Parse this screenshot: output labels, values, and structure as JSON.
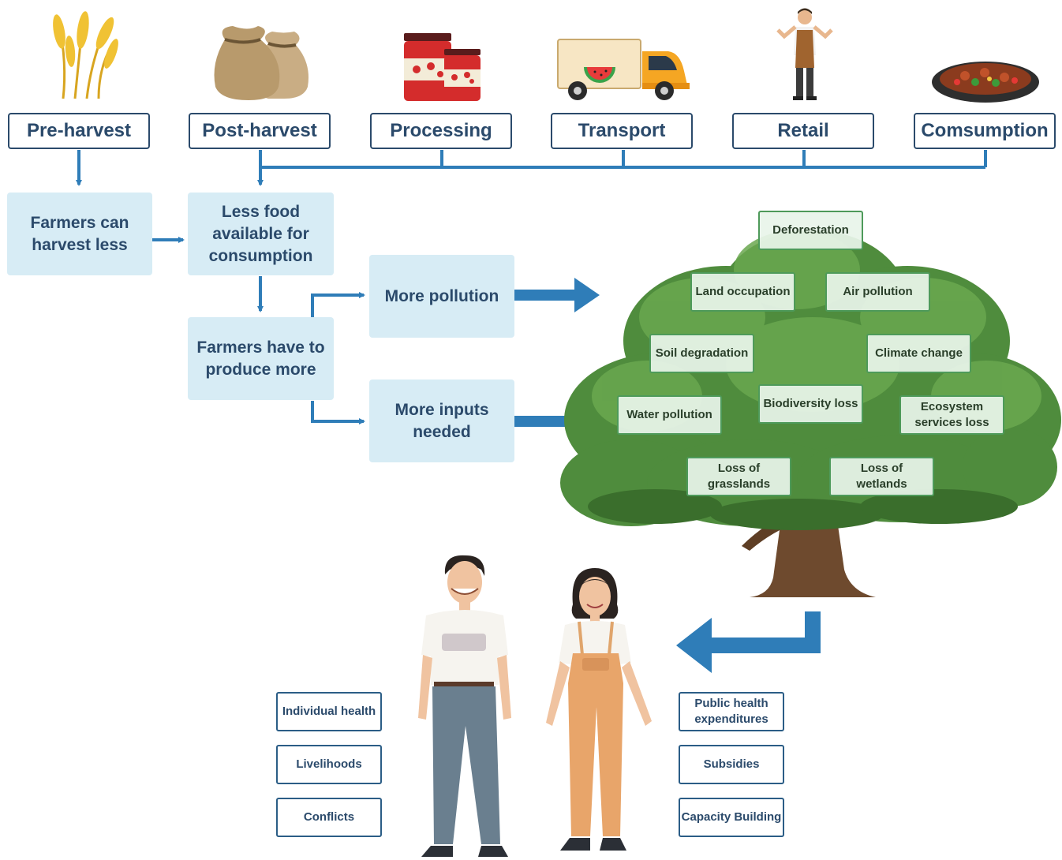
{
  "colors": {
    "arrow": "#2f7db8",
    "stage_border": "#2b4a6b",
    "flow_bg": "#d7ecf5",
    "leaf_border": "#4e9a5a",
    "text": "#2b4a6b"
  },
  "stages": [
    {
      "label": "Pre-harvest",
      "icon": "wheat-icon"
    },
    {
      "label": "Post-harvest",
      "icon": "grain-sacks-icon"
    },
    {
      "label": "Processing",
      "icon": "jam-jars-icon"
    },
    {
      "label": "Transport",
      "icon": "delivery-truck-icon"
    },
    {
      "label": "Retail",
      "icon": "shopkeeper-icon"
    },
    {
      "label": "Comsumption",
      "icon": "food-pan-icon"
    }
  ],
  "flow": {
    "farmers_harvest_less": "Farmers can harvest less",
    "less_food": "Less food available for consumption",
    "produce_more": "Farmers have to produce more",
    "more_pollution": "More pollution",
    "more_inputs": "More inputs needed"
  },
  "environment_impacts": {
    "deforestation": "Deforestation",
    "land_occupation": "Land occupation",
    "air_pollution": "Air pollution",
    "soil_degradation": "Soil degradation",
    "climate_change": "Climate change",
    "water_pollution": "Water pollution",
    "biodiversity_loss": "Biodiversity loss",
    "ecosystem_services_loss": "Ecosystem services loss",
    "loss_of_grasslands": "Loss of grasslands",
    "loss_of_wetlands": "Loss of wetlands"
  },
  "social_impacts_left": [
    "Individual health",
    "Livelihoods",
    "Conflicts"
  ],
  "social_impacts_right": [
    "Public health expenditures",
    "Subsidies",
    "Capacity Building"
  ]
}
